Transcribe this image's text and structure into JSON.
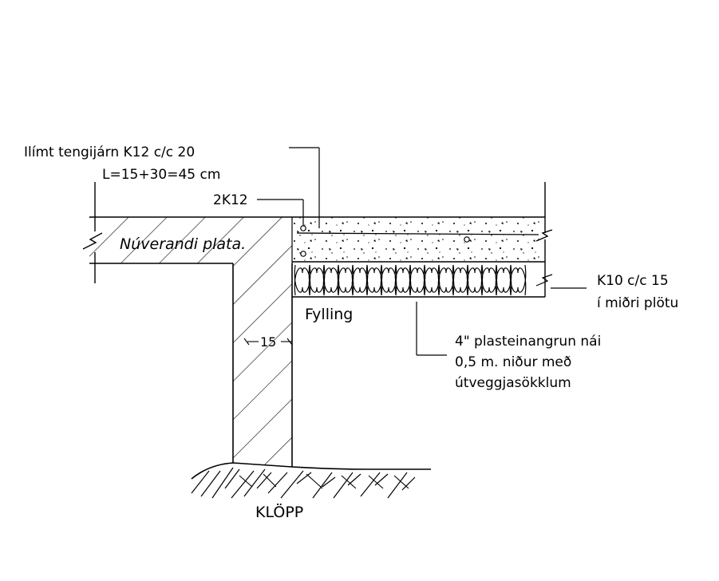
{
  "labels": {
    "dowel_line1": "Ilímt tengijárn K12 c/c 20",
    "dowel_line2": "L=15+30=45 cm",
    "bar_2k12": "2K12",
    "existing_slab": "Núverandi plata.",
    "rebar_k10_line1": "K10 c/c 15",
    "rebar_k10_line2": "í miðri plötu",
    "fill": "Fylling",
    "insulation_line1": "4\" plasteinangrun nái",
    "insulation_line2": "0,5 m. niður með",
    "insulation_line3": "útveggjasökklum",
    "wall_dim": "15",
    "ground": "KLÖPP"
  },
  "colors": {
    "ink": "#000000",
    "paper": "#ffffff"
  }
}
